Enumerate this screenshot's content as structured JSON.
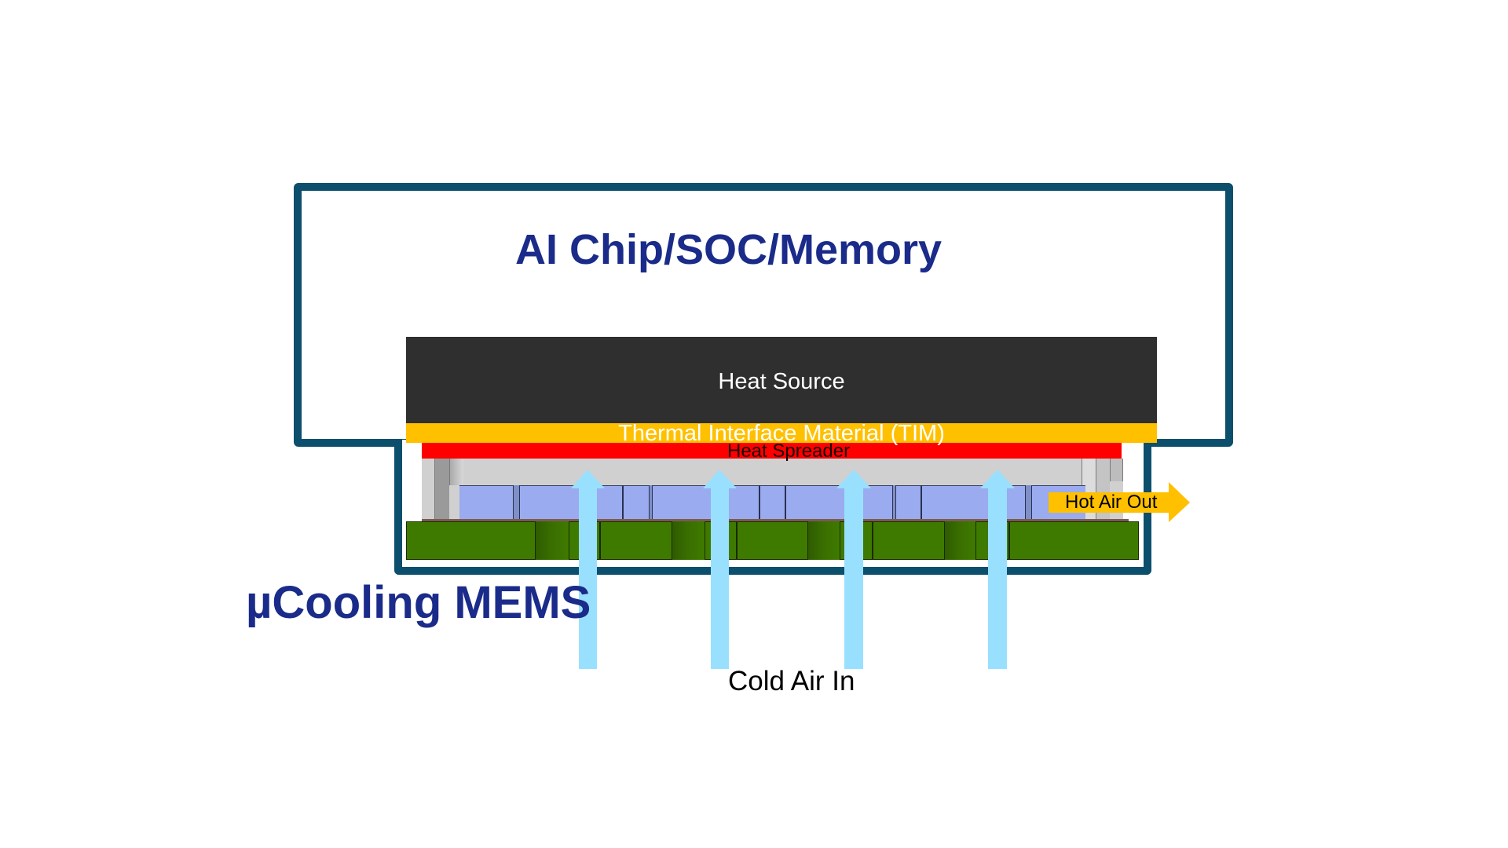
{
  "diagram": {
    "title": "AI Chip/SOC/Memory",
    "layers": {
      "heat_source": "Heat Source",
      "tim": "Thermal Interface Material (TIM)",
      "heat_spreader": "Heat Spreader"
    },
    "device_label": "µCooling MEMS",
    "airflow": {
      "cold_in": "Cold Air In",
      "hot_out": "Hot Air Out",
      "cold_arrow_count": 4
    },
    "colors": {
      "frame": "#0b4f6c",
      "title": "#1a2b8a",
      "heat_source": "#2f2f2f",
      "tim": "#ffc000",
      "heat_spreader": "#ff0000",
      "mems_body": "#9aabef",
      "pcb": "#3f7a00",
      "cold_air": "#99e0ff",
      "hot_air": "#ffc000"
    }
  }
}
